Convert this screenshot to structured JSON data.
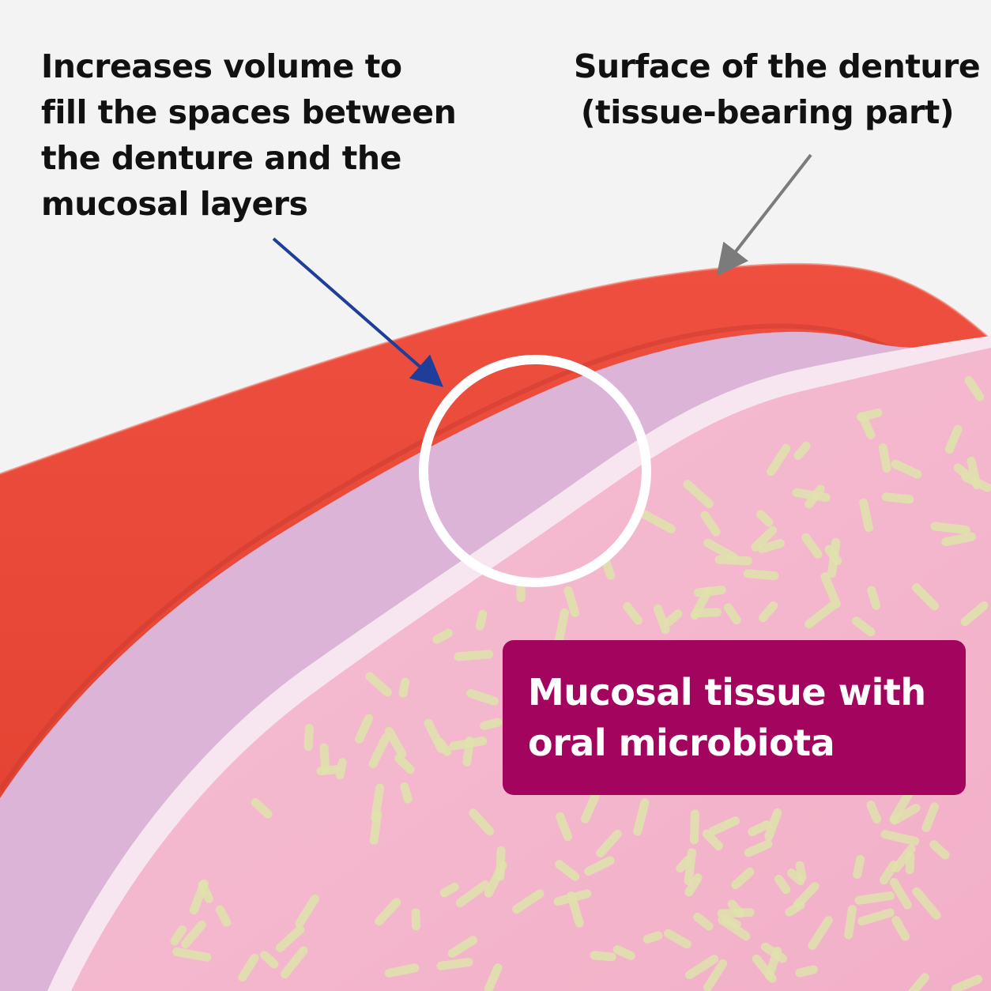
{
  "labels": {
    "volume_lines": [
      "Increases volume to",
      "fill the spaces between",
      "the denture and the",
      "mucosal layers"
    ],
    "surface_lines": [
      "Surface of the denture",
      "(tissue-bearing part)"
    ],
    "tissue_lines": [
      "Mucosal tissue with",
      "oral microbiota"
    ]
  },
  "colors": {
    "background": "#f3f3f3",
    "denture": "#e8453a",
    "denture_edge": "#c93a30",
    "adhesive_layer": "#dcb4d8",
    "mucosa_surface": "#f6e1ec",
    "mucosa": "#f4b7cd",
    "microbiota": "#e0e3ad",
    "tissue_box": "#a2045e",
    "arrow_blue": "#1f3e9a",
    "arrow_gray": "#7b7b7b",
    "highlight_circle": "#ffffff"
  }
}
